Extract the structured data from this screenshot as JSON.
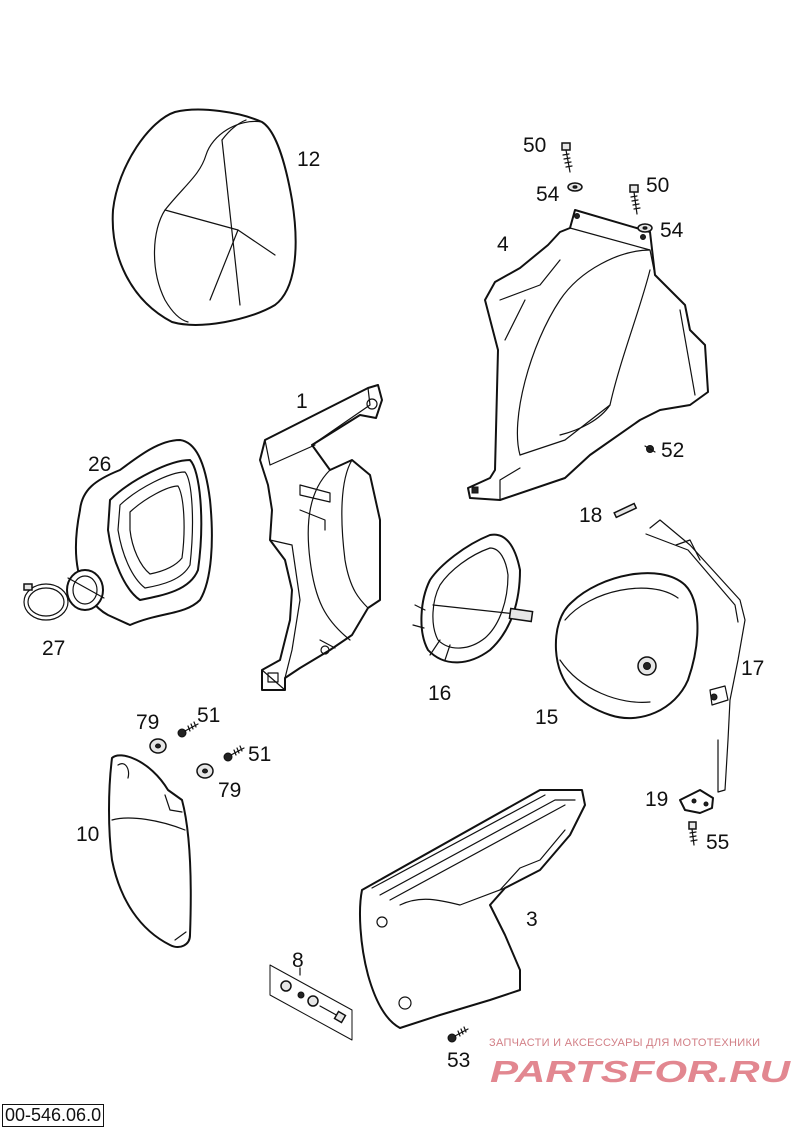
{
  "diagram_code": "00-546.06.0",
  "watermark": {
    "tagline": "ЗАПЧАСТИ И АКСЕССУАРЫ ДЛЯ МОТОТЕХНИКИ",
    "logo_text": "PARTSFOR.RU",
    "color": "#d9606b"
  },
  "labels": {
    "p12": "12",
    "p50a": "50",
    "p54a": "54",
    "p50b": "50",
    "p54b": "54",
    "p4": "4",
    "p1": "1",
    "p52": "52",
    "p26": "26",
    "p18": "18",
    "p27": "27",
    "p17": "17",
    "p16": "16",
    "p15": "15",
    "p79a": "79",
    "p51a": "51",
    "p51b": "51",
    "p79b": "79",
    "p19": "19",
    "p10": "10",
    "p55": "55",
    "p3": "3",
    "p8": "8",
    "p53": "53"
  }
}
